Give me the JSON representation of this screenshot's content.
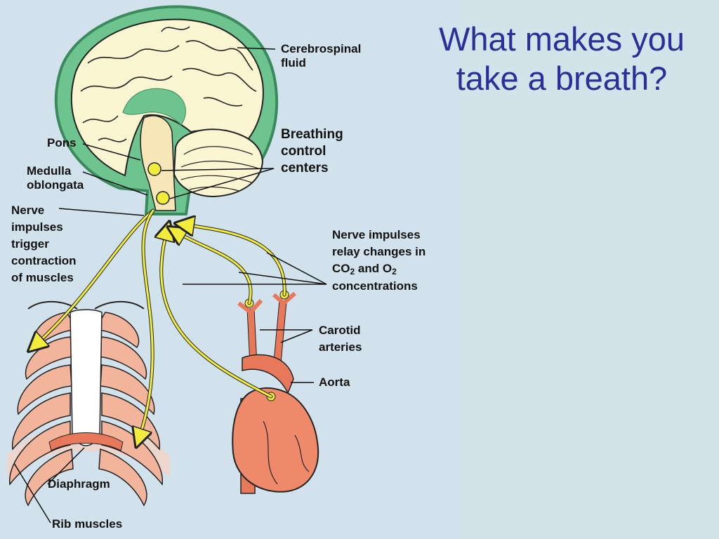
{
  "slide": {
    "title_line1": "What makes you",
    "title_line2": "take a breath?"
  },
  "labels": {
    "csf_line1": "Cerebrospinal",
    "csf_line2": "fluid",
    "bcc_line1": "Breathing",
    "bcc_line2": "control",
    "bcc_line3": "centers",
    "pons": "Pons",
    "medulla_line1": "Medulla",
    "medulla_line2": "oblongata",
    "nerve_line1": "Nerve",
    "nerve_line2": "impulses",
    "nerve_line3": "trigger",
    "nerve_line4": "contraction",
    "nerve_line5": "of muscles",
    "relay_line1": "Nerve impulses",
    "relay_line2": "relay changes in",
    "relay_co": "CO",
    "relay_co_sub": "2",
    "relay_and": " and O",
    "relay_o_sub": "2",
    "relay_line4": "concentrations",
    "carotid_line1": "Carotid",
    "carotid_line2": "arteries",
    "aorta": "Aorta",
    "diaphragm": "Diaphragm",
    "rib_muscles": "Rib muscles"
  },
  "colors": {
    "title": "#2a2f9a",
    "brain_border": "#3a8a5e",
    "csf_green": "#6ec48e",
    "brain_fill": "#fbf5d2",
    "nerve_yellow": "#f2ec3a",
    "artery": "#e8785a",
    "heart": "#ee8a6a",
    "rib_muscle": "#f2b49a"
  }
}
